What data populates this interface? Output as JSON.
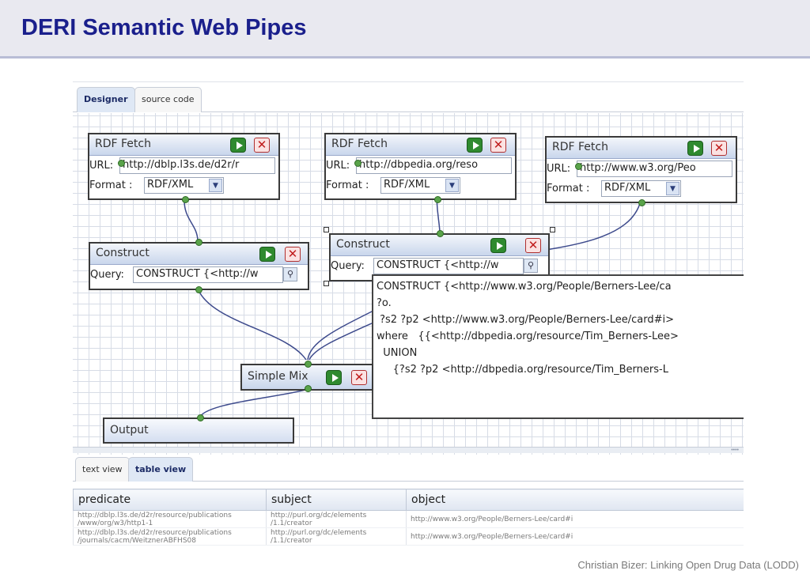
{
  "slide": {
    "title": "DERI Semantic Web Pipes",
    "footer": "Christian Bizer: Linking Open Drug Data (LODD)"
  },
  "top_tabs": [
    {
      "label": "Designer",
      "active": true
    },
    {
      "label": "source code",
      "active": false
    }
  ],
  "modules": {
    "fetch1": {
      "title": "RDF Fetch",
      "url_label": "URL:",
      "url_value": "http://dblp.l3s.de/d2r/r",
      "format_label": "Format :",
      "format_value": "RDF/XML"
    },
    "fetch2": {
      "title": "RDF Fetch",
      "url_label": "URL:",
      "url_value": "http://dbpedia.org/reso",
      "format_label": "Format :",
      "format_value": "RDF/XML"
    },
    "fetch3": {
      "title": "RDF Fetch",
      "url_label": "URL:",
      "url_value": "http://www.w3.org/Peo",
      "format_label": "Format :",
      "format_value": "RDF/XML"
    },
    "construct1": {
      "title": "Construct",
      "query_label": "Query:",
      "query_value": "CONSTRUCT {<http://w"
    },
    "construct2": {
      "title": "Construct",
      "query_label": "Query:",
      "query_value": "CONSTRUCT {<http://w"
    },
    "simple_mix": {
      "title": "Simple Mix"
    },
    "output": {
      "title": "Output"
    }
  },
  "query_popup": {
    "lines": [
      "CONSTRUCT {<http://www.w3.org/People/Berners-Lee/ca",
      "?o.",
      " ?s2 ?p2 <http://www.w3.org/People/Berners-Lee/card#i>",
      "where   {{<http://dbpedia.org/resource/Tim_Berners-Lee>",
      "  UNION",
      "     {?s2 ?p2 <http://dbpedia.org/resource/Tim_Berners-L"
    ]
  },
  "bottom_tabs": [
    {
      "label": "text view",
      "active": false
    },
    {
      "label": "table view",
      "active": true
    }
  ],
  "results_table": {
    "columns": [
      "predicate",
      "subject",
      "object"
    ],
    "rows": [
      {
        "predicate": "http://dblp.l3s.de/d2r/resource/publications /www/org/w3/http1-1",
        "subject": "http://purl.org/dc/elements /1.1/creator",
        "object": "http://www.w3.org/People/Berners-Lee/card#i"
      },
      {
        "predicate": "http://dblp.l3s.de/d2r/resource/publications /journals/cacm/WeitznerABFHS08",
        "subject": "http://purl.org/dc/elements /1.1/creator",
        "object": "http://www.w3.org/People/Berners-Lee/card#i"
      }
    ]
  }
}
